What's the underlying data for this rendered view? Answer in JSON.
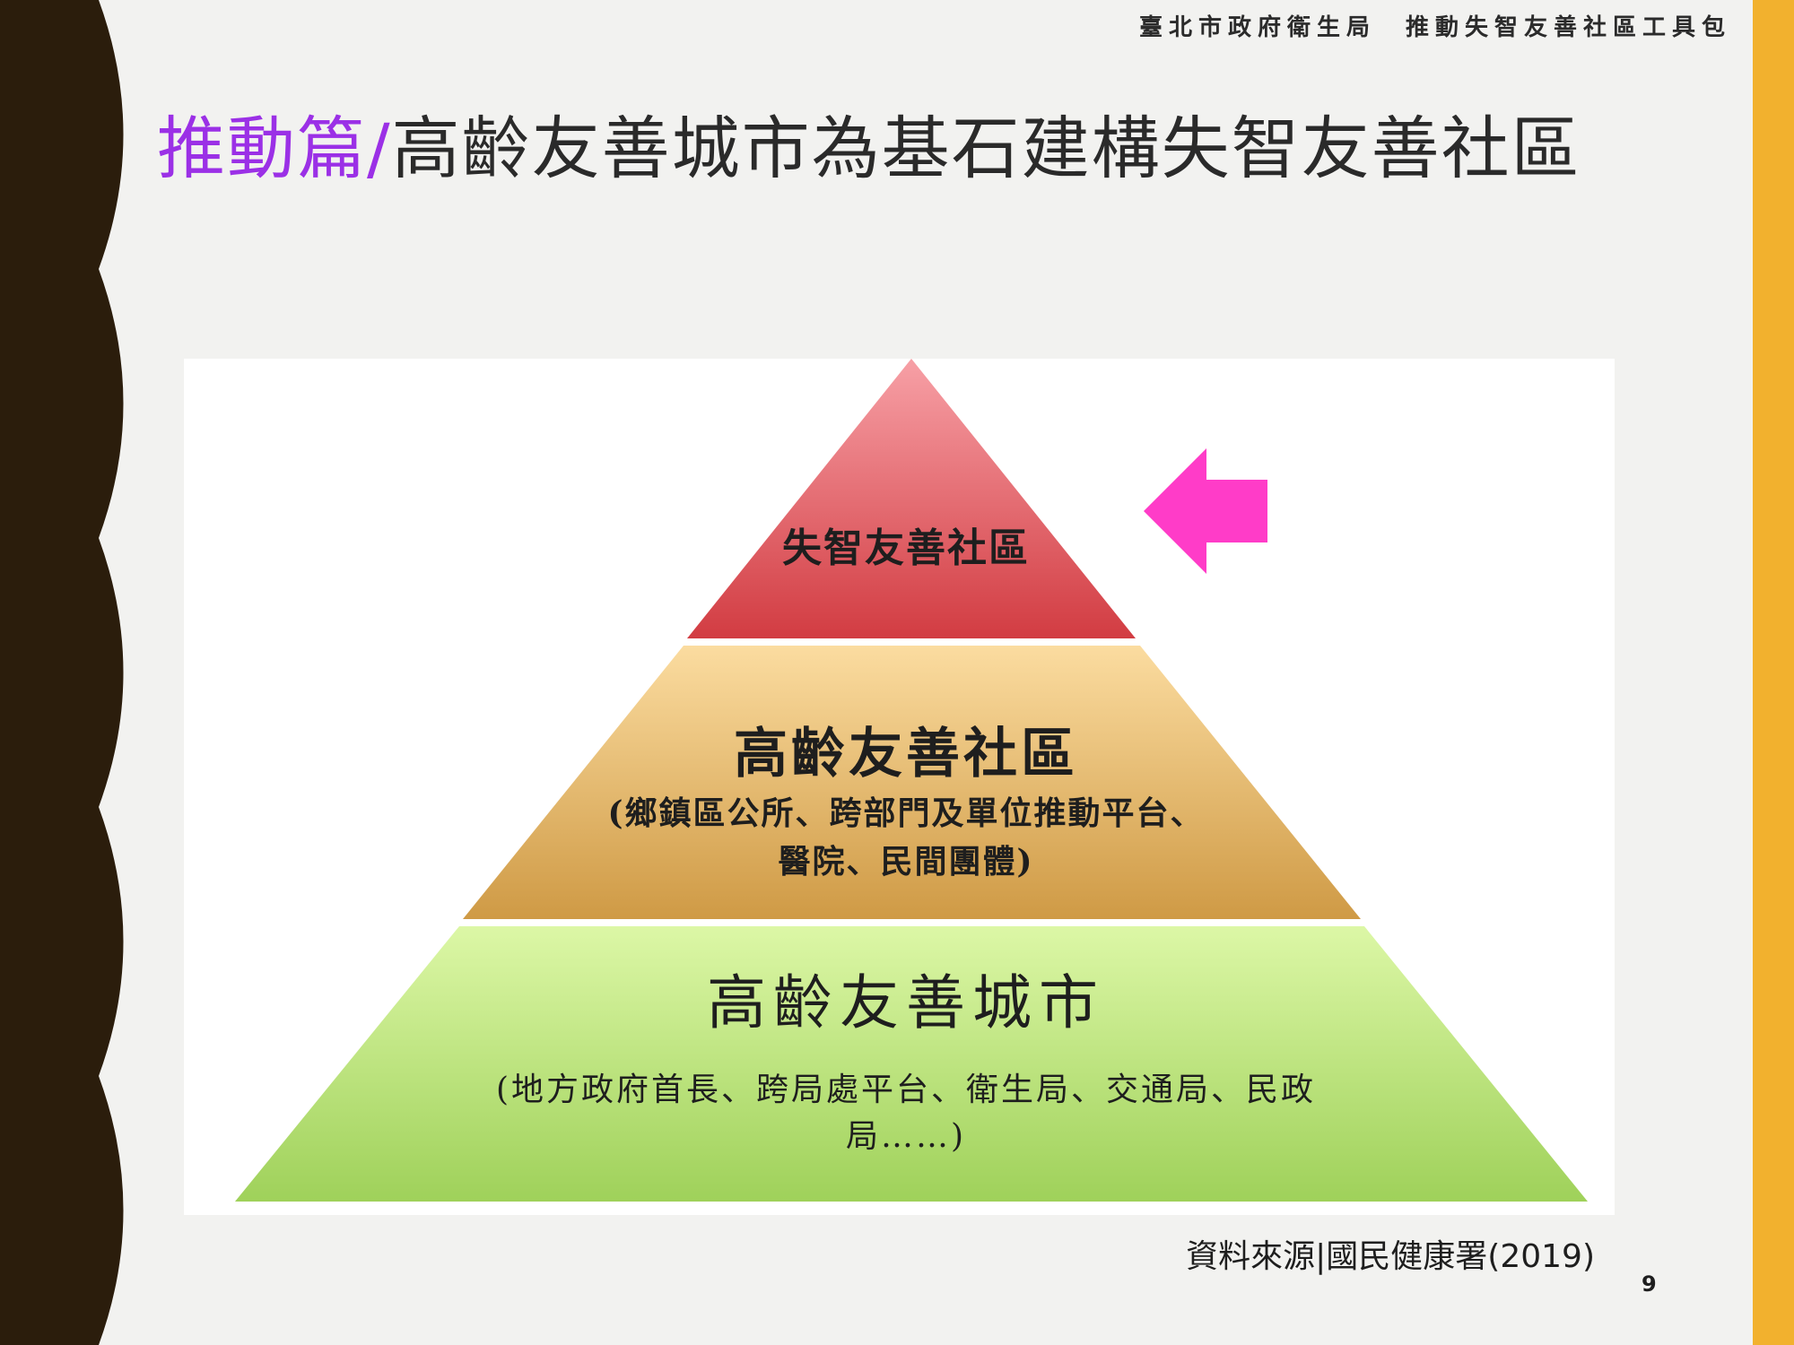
{
  "header": {
    "text": "臺北市政府衛生局　推動失智友善社區工具包"
  },
  "title": {
    "accent": "推動篇/",
    "main": "高齡友善城市為基石建構失智友善社區"
  },
  "pyramid": {
    "top": {
      "label": "失智友善社區",
      "color": "#d94d57"
    },
    "middle": {
      "label": "高齡友善社區",
      "description": "(鄉鎮區公所、跨部門及單位推動平台、醫院、民間團體)",
      "color": "#e9b873"
    },
    "bottom": {
      "label": "高齡友善城市",
      "description": "(地方政府首長、跨局處平台、衛生局、交通局、民政局……)",
      "color": "#b8e47a"
    },
    "arrow": {
      "color": "#ff3cc8",
      "icon": "left-arrow-icon"
    }
  },
  "source": {
    "text": "資料來源|國民健康署(2019)"
  },
  "page": {
    "number": "9"
  },
  "colors": {
    "accent": "#9b30e6",
    "side_bar": "#f2b12e",
    "left_wave": "#2b1d0c"
  }
}
